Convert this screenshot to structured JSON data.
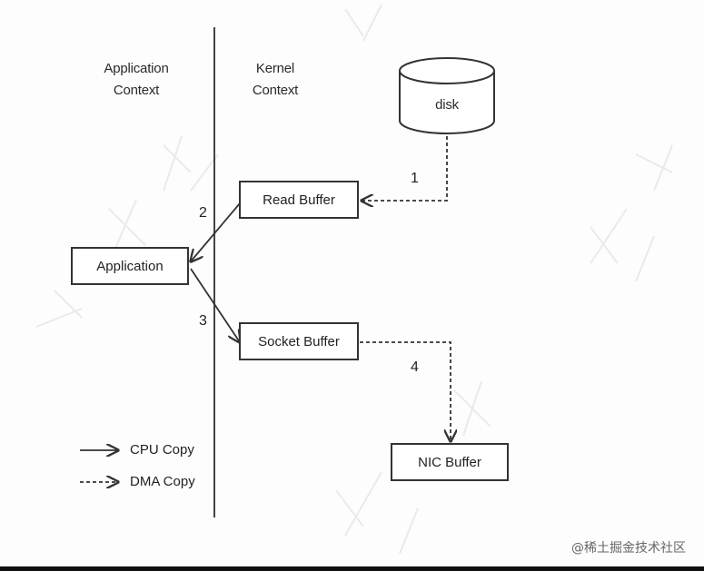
{
  "labels": {
    "application_context": "Application\nContext",
    "kernel_context": "Kernel\nContext"
  },
  "nodes": {
    "disk": "disk",
    "read_buffer": "Read Buffer",
    "application": "Application",
    "socket_buffer": "Socket Buffer",
    "nic_buffer": "NIC Buffer"
  },
  "steps": [
    "1",
    "2",
    "3",
    "4"
  ],
  "legend": {
    "cpu_copy": "CPU Copy",
    "dma_copy": "DMA Copy"
  },
  "footer": "@稀土掘金技术社区",
  "colors": {
    "line": "#333333",
    "watermark": "#c8c8c8"
  }
}
